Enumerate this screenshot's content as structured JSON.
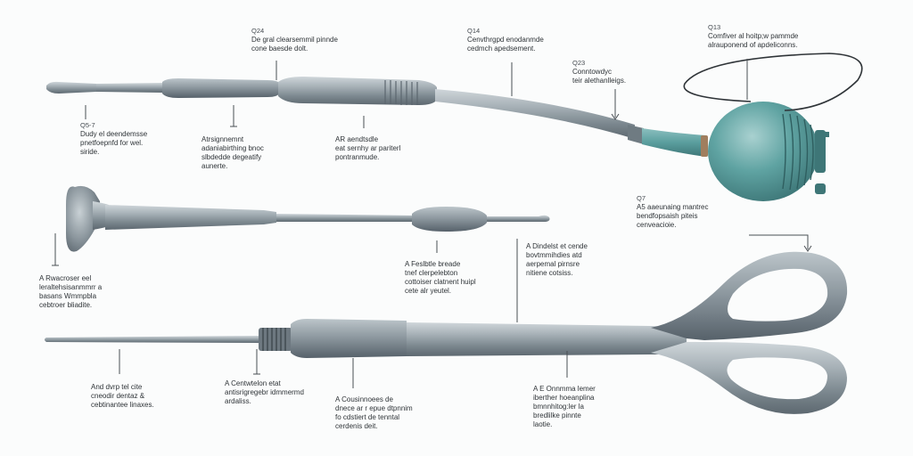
{
  "labels": [
    {
      "id": "l1",
      "lines": [
        "Q24",
        "De gral clearsemmil pinnde",
        "cone baesde dolt."
      ]
    },
    {
      "id": "l2",
      "lines": [
        "Q14",
        "Cenvthrgpd enodanmde",
        "cedmch apedsement."
      ]
    },
    {
      "id": "l3",
      "lines": [
        "Q13",
        "Comfiver al hoitp;w pammde",
        "alrauponend of apdeliconns."
      ]
    },
    {
      "id": "l4",
      "lines": [
        "Q23",
        "Conntowdyc",
        "teir alethanlleigs."
      ]
    },
    {
      "id": "l5",
      "lines": [
        "Q5-7",
        "Dudy el deendemsse",
        "pnetfoepnfd for wel.",
        "siride."
      ]
    },
    {
      "id": "l6",
      "lines": [
        "Atrsignnemnt",
        "adaniabirthing bnoc",
        "slbdedde degeatify",
        "aunerte."
      ]
    },
    {
      "id": "l7",
      "lines": [
        "AR aendtsdle",
        "eat sernhy ar pariterl",
        "pontranmude."
      ]
    },
    {
      "id": "l8",
      "lines": [
        "Q7",
        "A5 aaeunaing mantrec",
        "bendfopsaish piteis",
        "cenveacioie."
      ]
    },
    {
      "id": "l9",
      "lines": [
        "A Dindelst et cende",
        "bovtmmihdies atd",
        "aerpemal pirnsre",
        "nitiene cotsiss."
      ]
    },
    {
      "id": "l10",
      "lines": [
        "A Rwacroser eel",
        "leraltehsisanmmrr a",
        "basans Wmmpbla",
        "cebtroer bliadite."
      ]
    },
    {
      "id": "l11",
      "lines": [
        "A Feslbtle breade",
        "tnef clerpelebton",
        "cottoiser clatnent huipl",
        "cete alr yeutel."
      ]
    },
    {
      "id": "l12",
      "lines": [
        "And dvrp tel cite",
        "cneodir dentaz &",
        "cebtinantee linaxes."
      ]
    },
    {
      "id": "l13",
      "lines": [
        "A Centwtelon etat",
        "antisrigregebr idmmermd",
        "ardaliss."
      ]
    },
    {
      "id": "l14",
      "lines": [
        "A Cousinnoees de",
        "dnece ar r epue dtpnnim",
        "fo cdstiert de tenntal",
        "cerdenis deit."
      ]
    },
    {
      "id": "l15",
      "lines": [
        "A E Onnmma lemer",
        "iberther hoeanplina",
        "bmnnhitog:ler la",
        "bredlilke pinnte",
        "laotie."
      ]
    }
  ],
  "colors": {
    "steel": "#8f9aa1",
    "steel_dark": "#5d6870",
    "teal": "#5a9e9e",
    "leader": "#4a4f54"
  }
}
